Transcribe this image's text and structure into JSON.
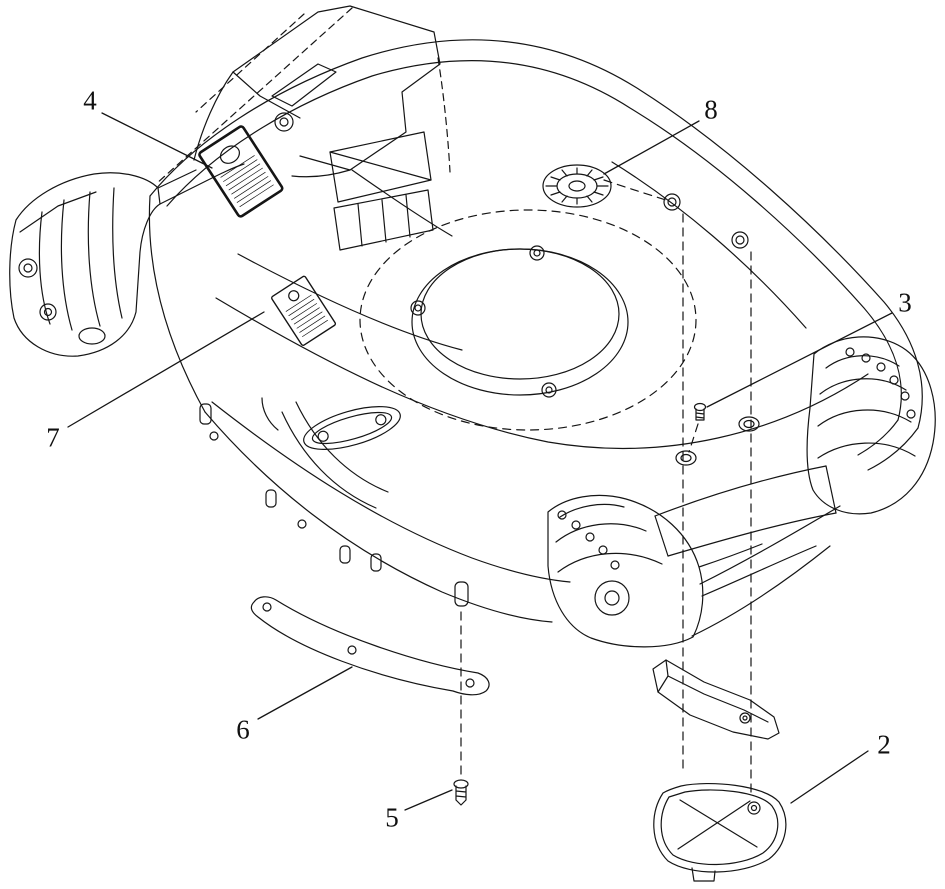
{
  "page": {
    "background_color": "#ffffff",
    "line_color": "#151515"
  },
  "diagram": {
    "callouts": [
      {
        "label": "4"
      },
      {
        "label": "8"
      },
      {
        "label": "3"
      },
      {
        "label": "7"
      },
      {
        "label": "6"
      },
      {
        "label": "5"
      },
      {
        "label": "2"
      }
    ]
  }
}
